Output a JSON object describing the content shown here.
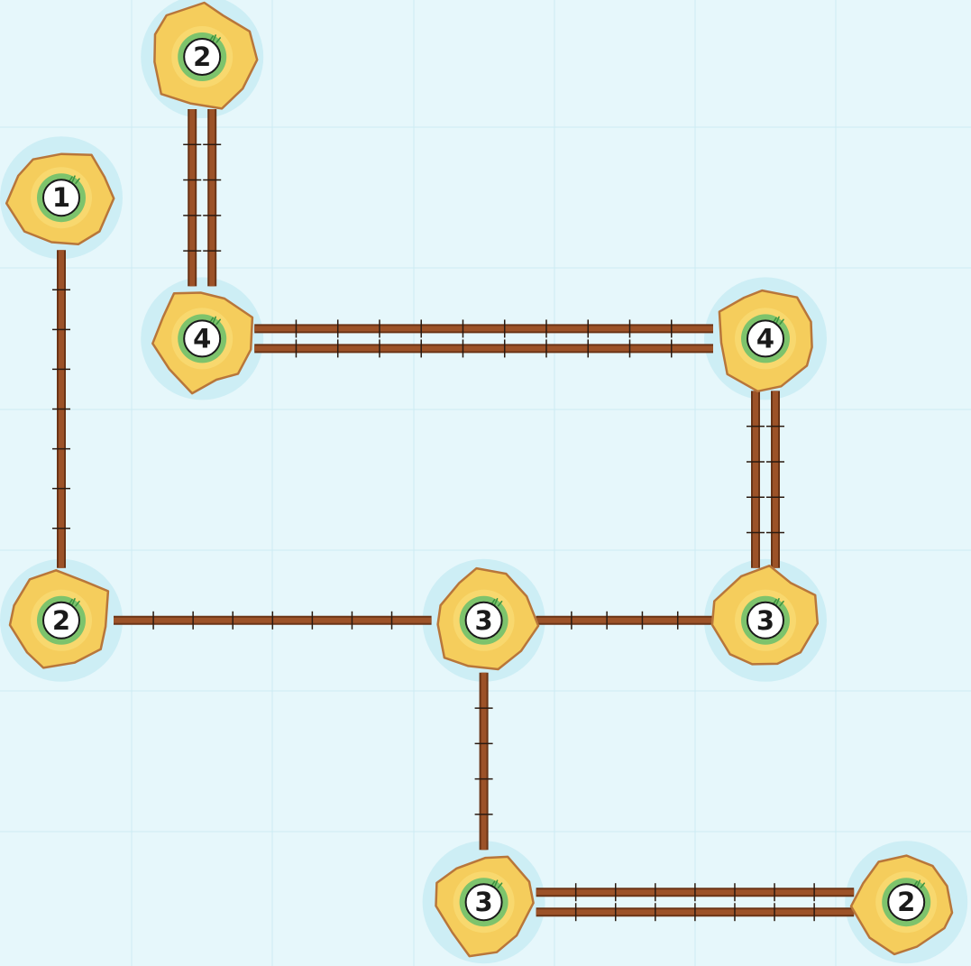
{
  "puzzle": {
    "type": "hashi-bridges",
    "grid": {
      "cols": 7,
      "rows": 7
    },
    "colors": {
      "water": "#e6f7fb",
      "grid_line": "#cdebf3",
      "halo": "#cdeef5",
      "sand": "#f5cd5c",
      "sand_inner": "#f8d86e",
      "sand_edge": "#b8763a",
      "grass": "#7dc36c",
      "grass_tuft": "#3e9440",
      "label_fill": "#ffffff",
      "label_text": "#1a1a1a",
      "bridge": "#9c5228",
      "bridge_edge": "#6b3416",
      "bridge_tick": "#2a1a10"
    },
    "islands": [
      {
        "id": "i1",
        "col": 1,
        "row": 0,
        "number": "2"
      },
      {
        "id": "i2",
        "col": 0,
        "row": 1,
        "number": "1"
      },
      {
        "id": "i3",
        "col": 1,
        "row": 2,
        "number": "4"
      },
      {
        "id": "i4",
        "col": 5,
        "row": 2,
        "number": "4"
      },
      {
        "id": "i5",
        "col": 0,
        "row": 4,
        "number": "2"
      },
      {
        "id": "i6",
        "col": 3,
        "row": 4,
        "number": "3"
      },
      {
        "id": "i7",
        "col": 5,
        "row": 4,
        "number": "3"
      },
      {
        "id": "i8",
        "col": 3,
        "row": 6,
        "number": "3"
      },
      {
        "id": "i9",
        "col": 6,
        "row": 6,
        "number": "2"
      }
    ],
    "bridges": [
      {
        "from": "i1",
        "to": "i3",
        "count": 2
      },
      {
        "from": "i2",
        "to": "i5",
        "count": 1
      },
      {
        "from": "i3",
        "to": "i4",
        "count": 2
      },
      {
        "from": "i4",
        "to": "i7",
        "count": 2
      },
      {
        "from": "i5",
        "to": "i6",
        "count": 1
      },
      {
        "from": "i6",
        "to": "i7",
        "count": 1
      },
      {
        "from": "i6",
        "to": "i8",
        "count": 1
      },
      {
        "from": "i8",
        "to": "i9",
        "count": 2
      }
    ]
  }
}
